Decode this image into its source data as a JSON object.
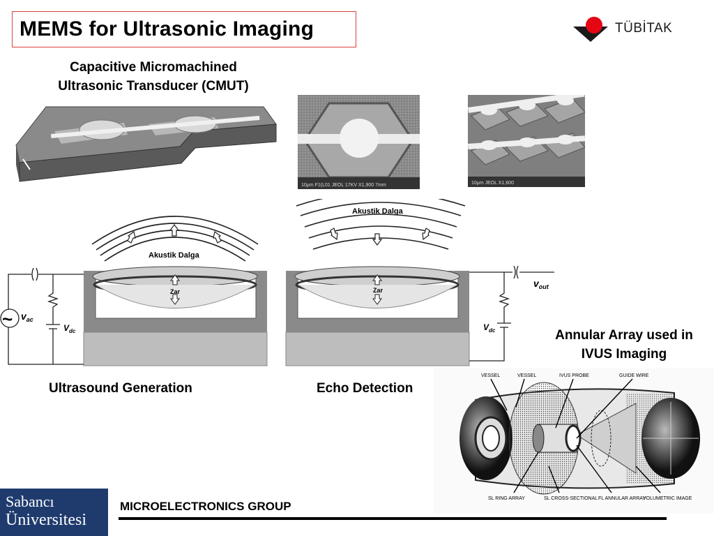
{
  "slide": {
    "title": "MEMS for Ultrasonic Imaging",
    "cmut_label_line1": "Capacitive Micromachined",
    "cmut_label_line2": "Ultrasonic Transducer (CMUT)",
    "sem_image1": {
      "text": "10μm  F1(L01  JEOL  17KV   X1,900  7mm"
    },
    "sem_image2": {
      "text": "10μm  JEOL  X1,600"
    },
    "generation": {
      "wave_label": "Akustik Dalga",
      "membrane_label": "Zar",
      "source_symbol": "~",
      "vac_label": "v",
      "vac_sub": "ac",
      "vdc_label": "V",
      "vdc_sub": "dc",
      "caption": "Ultrasound Generation"
    },
    "detection": {
      "wave_label": "Akustik Dalga",
      "membrane_label": "Zar",
      "vout_label": "v",
      "vout_sub": "out",
      "vdc_label": "V",
      "vdc_sub": "dc",
      "caption": "Echo Detection"
    },
    "ivus": {
      "title_line1": "Annular Array used in",
      "title_line2": "IVUS Imaging",
      "labels_top": [
        "VESSEL",
        "VESSEL",
        "IVUS PROBE",
        "GUIDE WIRE"
      ],
      "labels_bottom": [
        "SL RING ARRAY",
        "SL CROSS-SECTIONAL",
        "FL ANNULAR ARRAY",
        "VOLUMETRIC IMAGE"
      ]
    },
    "footer": "MICROELECTRONICS GROUP",
    "logo_su_line1": "Sabancı",
    "logo_su_line2": "Üniversitesi",
    "logo_tubitak": "TÜBİTAK",
    "colors": {
      "title_border": "#d94040",
      "logo_red": "#e30613",
      "su_blue": "#1f3b6e"
    }
  }
}
